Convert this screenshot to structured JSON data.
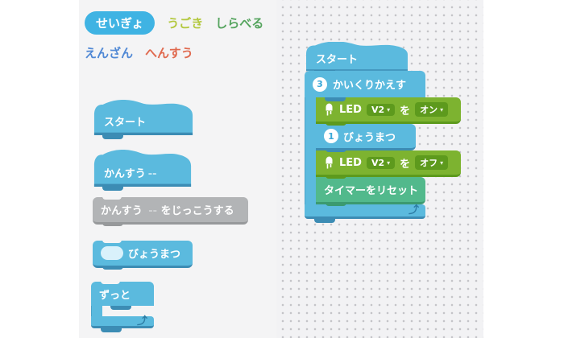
{
  "icons": {
    "dropdown_arrow": "▾",
    "loop_arrow": "⤴"
  },
  "tabs": [
    {
      "label": "せいぎょ",
      "selected": true
    },
    {
      "label": "うごき",
      "selected": false
    },
    {
      "label": "しらべる",
      "selected": false
    },
    {
      "label": "えんざん",
      "selected": false
    },
    {
      "label": "へんすう",
      "selected": false
    }
  ],
  "palette": {
    "start_hat": {
      "label": "スタート"
    },
    "function_hat": {
      "label": "かんすう",
      "placeholder": "--"
    },
    "call_function": {
      "prefix": "かんすう",
      "placeholder": "--",
      "suffix": "をじっこうする"
    },
    "wait_block": {
      "label": "びょうまつ"
    },
    "forever_block": {
      "label": "ずっと"
    }
  },
  "workspace": {
    "start_hat": {
      "label": "スタート"
    },
    "repeat_block": {
      "count": "3",
      "label": "かいくりかえす"
    },
    "led_on_block": {
      "label": "LED",
      "option1": "V2",
      "particle": "を",
      "option2": "オン"
    },
    "wait_block": {
      "count": "1",
      "label": "びょうまつ"
    },
    "led_off_block": {
      "label": "LED",
      "option1": "V2",
      "particle": "を",
      "option2": "オフ"
    },
    "reset_timer_block": {
      "label": "タイマーをリセット"
    }
  },
  "colors": {
    "block_blue": "#5bbade",
    "block_blue_dark": "#3c8cb4",
    "block_green": "#7db330",
    "block_green_dark": "#5d9a1d",
    "block_teal": "#52b98c",
    "block_teal_dark": "#3b9a70",
    "block_gray": "#b2b4b6",
    "block_gray_dark": "#97999b",
    "tab_selected_bg": "#3fb3e3",
    "tab_motion": "#b3c83e",
    "tab_sensing": "#55a45e",
    "tab_operators": "#5189d5",
    "tab_variables": "#e0694e",
    "panel_bg": "#f4f4f5"
  }
}
